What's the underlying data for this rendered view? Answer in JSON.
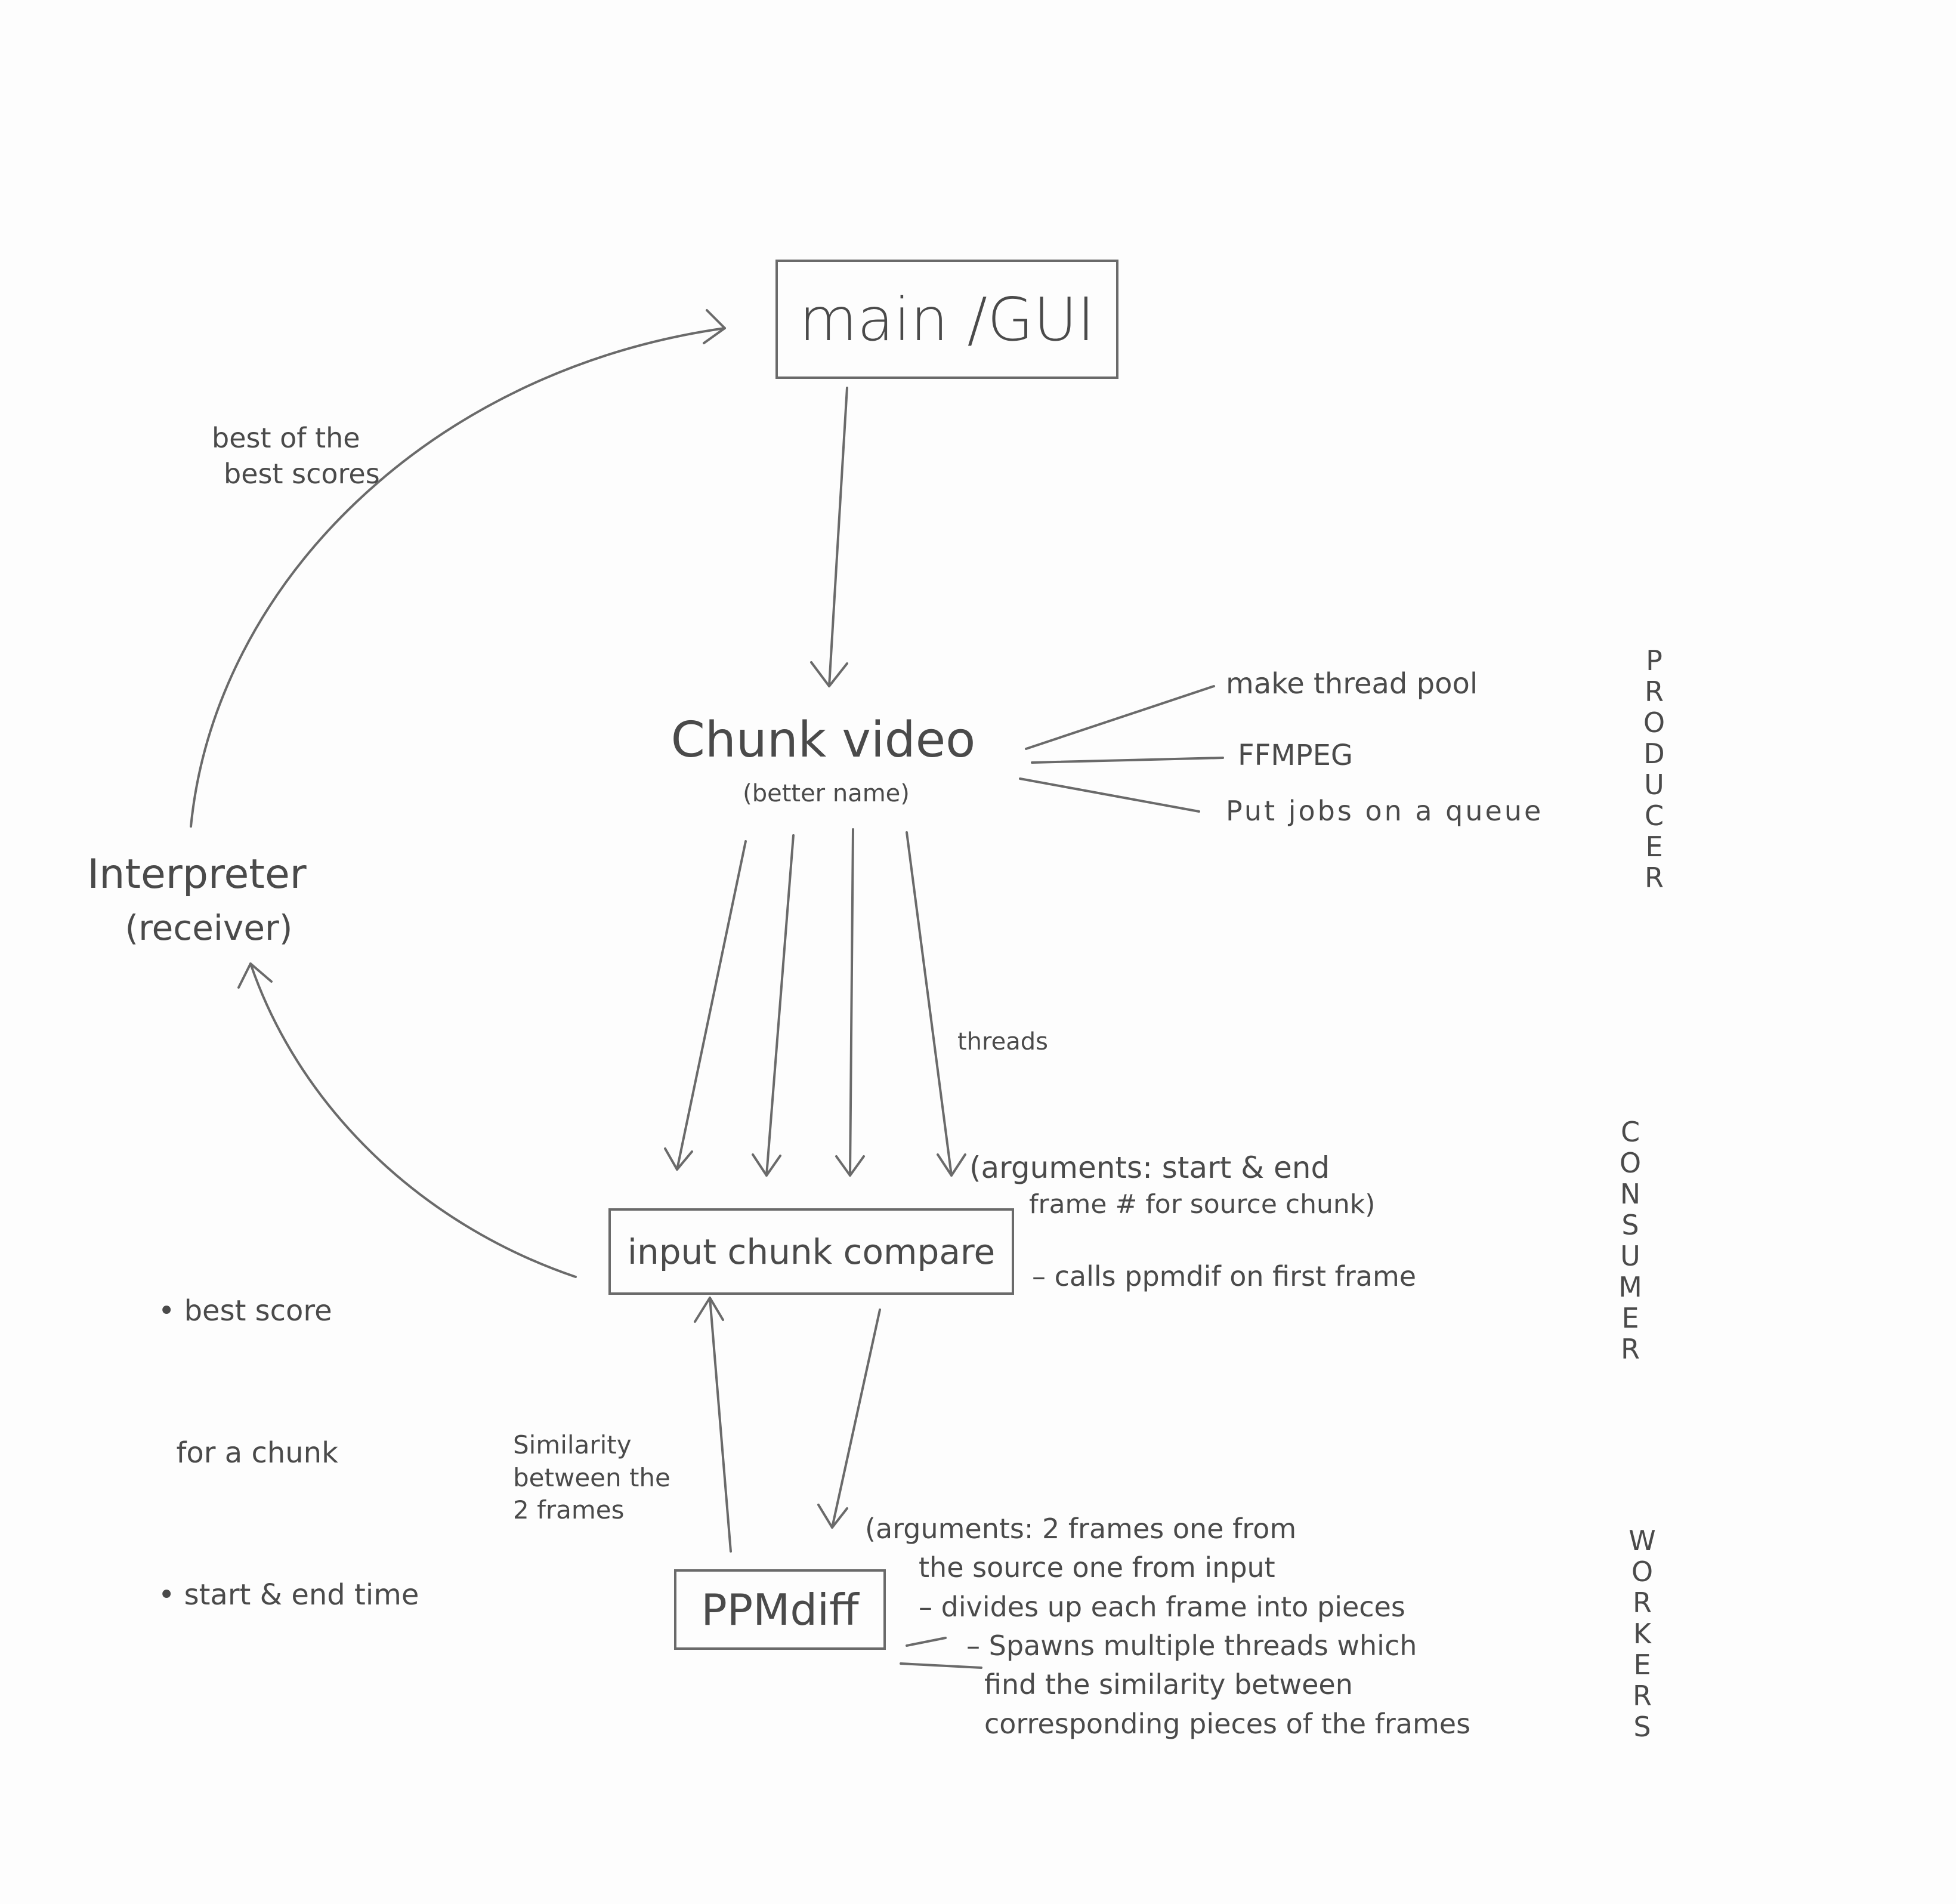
{
  "nodes": {
    "main": "main /GUI",
    "chunk_video": "Chunk video",
    "chunk_video_note": "(better name)",
    "input_chunk_compare": "input chunk compare",
    "ppmdiff": "PPMdiff",
    "interpreter": "Interpreter",
    "interpreter_note": "(receiver)"
  },
  "edge_labels": {
    "best_of_best": [
      "best of the",
      "best scores"
    ],
    "threads": "threads",
    "similarity": [
      "Similarity",
      "between the",
      "2 frames"
    ],
    "best_score": [
      "• best score",
      "  for a chunk",
      "• start & end time"
    ]
  },
  "producer_notes": [
    "make thread pool",
    "FFMPEG",
    "Put jobs on a queue"
  ],
  "consumer_notes": [
    "(arguments: start & end",
    "frame # for source chunk)",
    "– calls ppmdif on first frame"
  ],
  "worker_notes": [
    "(arguments: 2 frames one from",
    "the source one from input",
    "– divides up each frame into pieces",
    "– Spawns multiple threads which",
    "find the similarity between",
    "corresponding pieces of the frames"
  ],
  "side_labels": {
    "producer": "PRODUCER",
    "consumer": "CONSUMER",
    "workers": "WORKERS"
  },
  "colors": {
    "pencil": "#6a6a6a",
    "paper": "#fdfdfd"
  }
}
